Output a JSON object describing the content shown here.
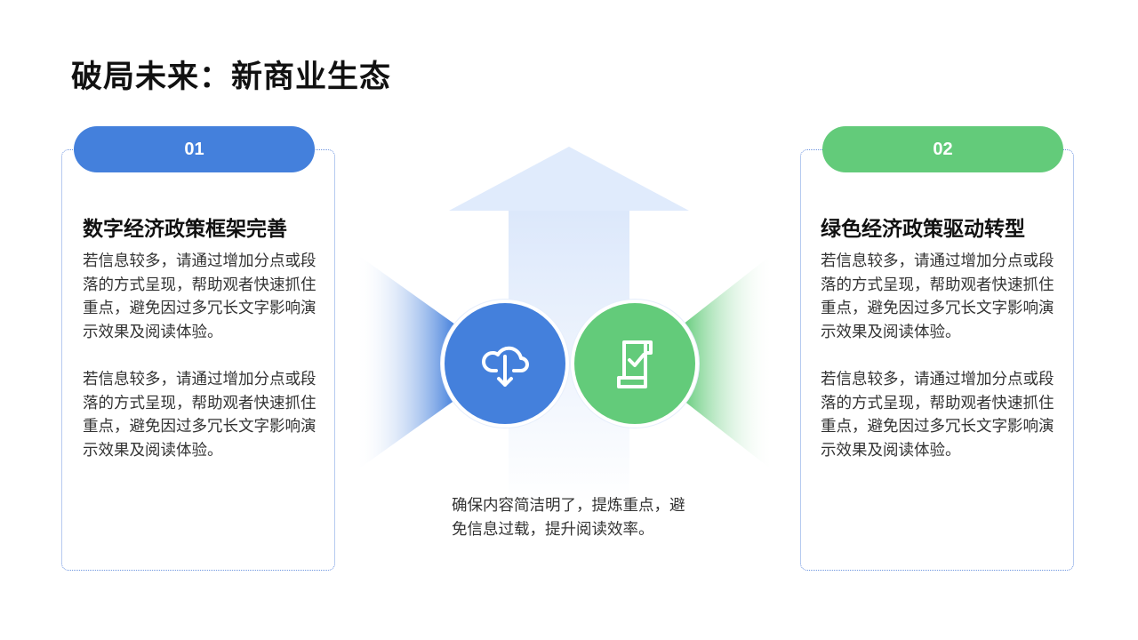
{
  "title": "破局未来：新商业生态",
  "cards": [
    {
      "number": "01",
      "heading": "数字经济政策框架完善",
      "paragraphs": [
        "若信息较多，请通过增加分点或段落的方式呈现，帮助观者快速抓住重点，避免因过多冗长文字影响演示效果及阅读体验。",
        "若信息较多，请通过增加分点或段落的方式呈现，帮助观者快速抓住重点，避免因过多冗长文字影响演示效果及阅读体验。"
      ],
      "color": "#4480dc"
    },
    {
      "number": "02",
      "heading": "绿色经济政策驱动转型",
      "paragraphs": [
        "若信息较多，请通过增加分点或段落的方式呈现，帮助观者快速抓住重点，避免因过多冗长文字影响演示效果及阅读体验。",
        "若信息较多，请通过增加分点或段落的方式呈现，帮助观者快速抓住重点，避免因过多冗长文字影响演示效果及阅读体验。"
      ],
      "color": "#63cb7a"
    }
  ],
  "center": {
    "text": "确保内容简洁明了，提炼重点，避免信息过载，提升阅读效率。",
    "icons": [
      "cloud-download-icon",
      "certificate-scroll-icon"
    ]
  }
}
